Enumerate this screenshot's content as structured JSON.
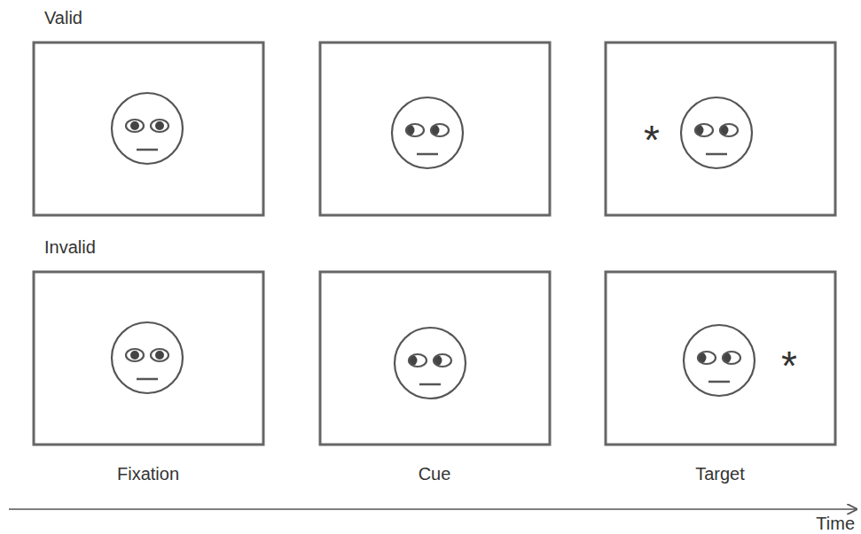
{
  "diagram": {
    "labels": [
      "Valid",
      "*",
      "Invalid",
      "*",
      "Fixation",
      "Cue",
      "Target",
      "Time"
    ]
  }
}
